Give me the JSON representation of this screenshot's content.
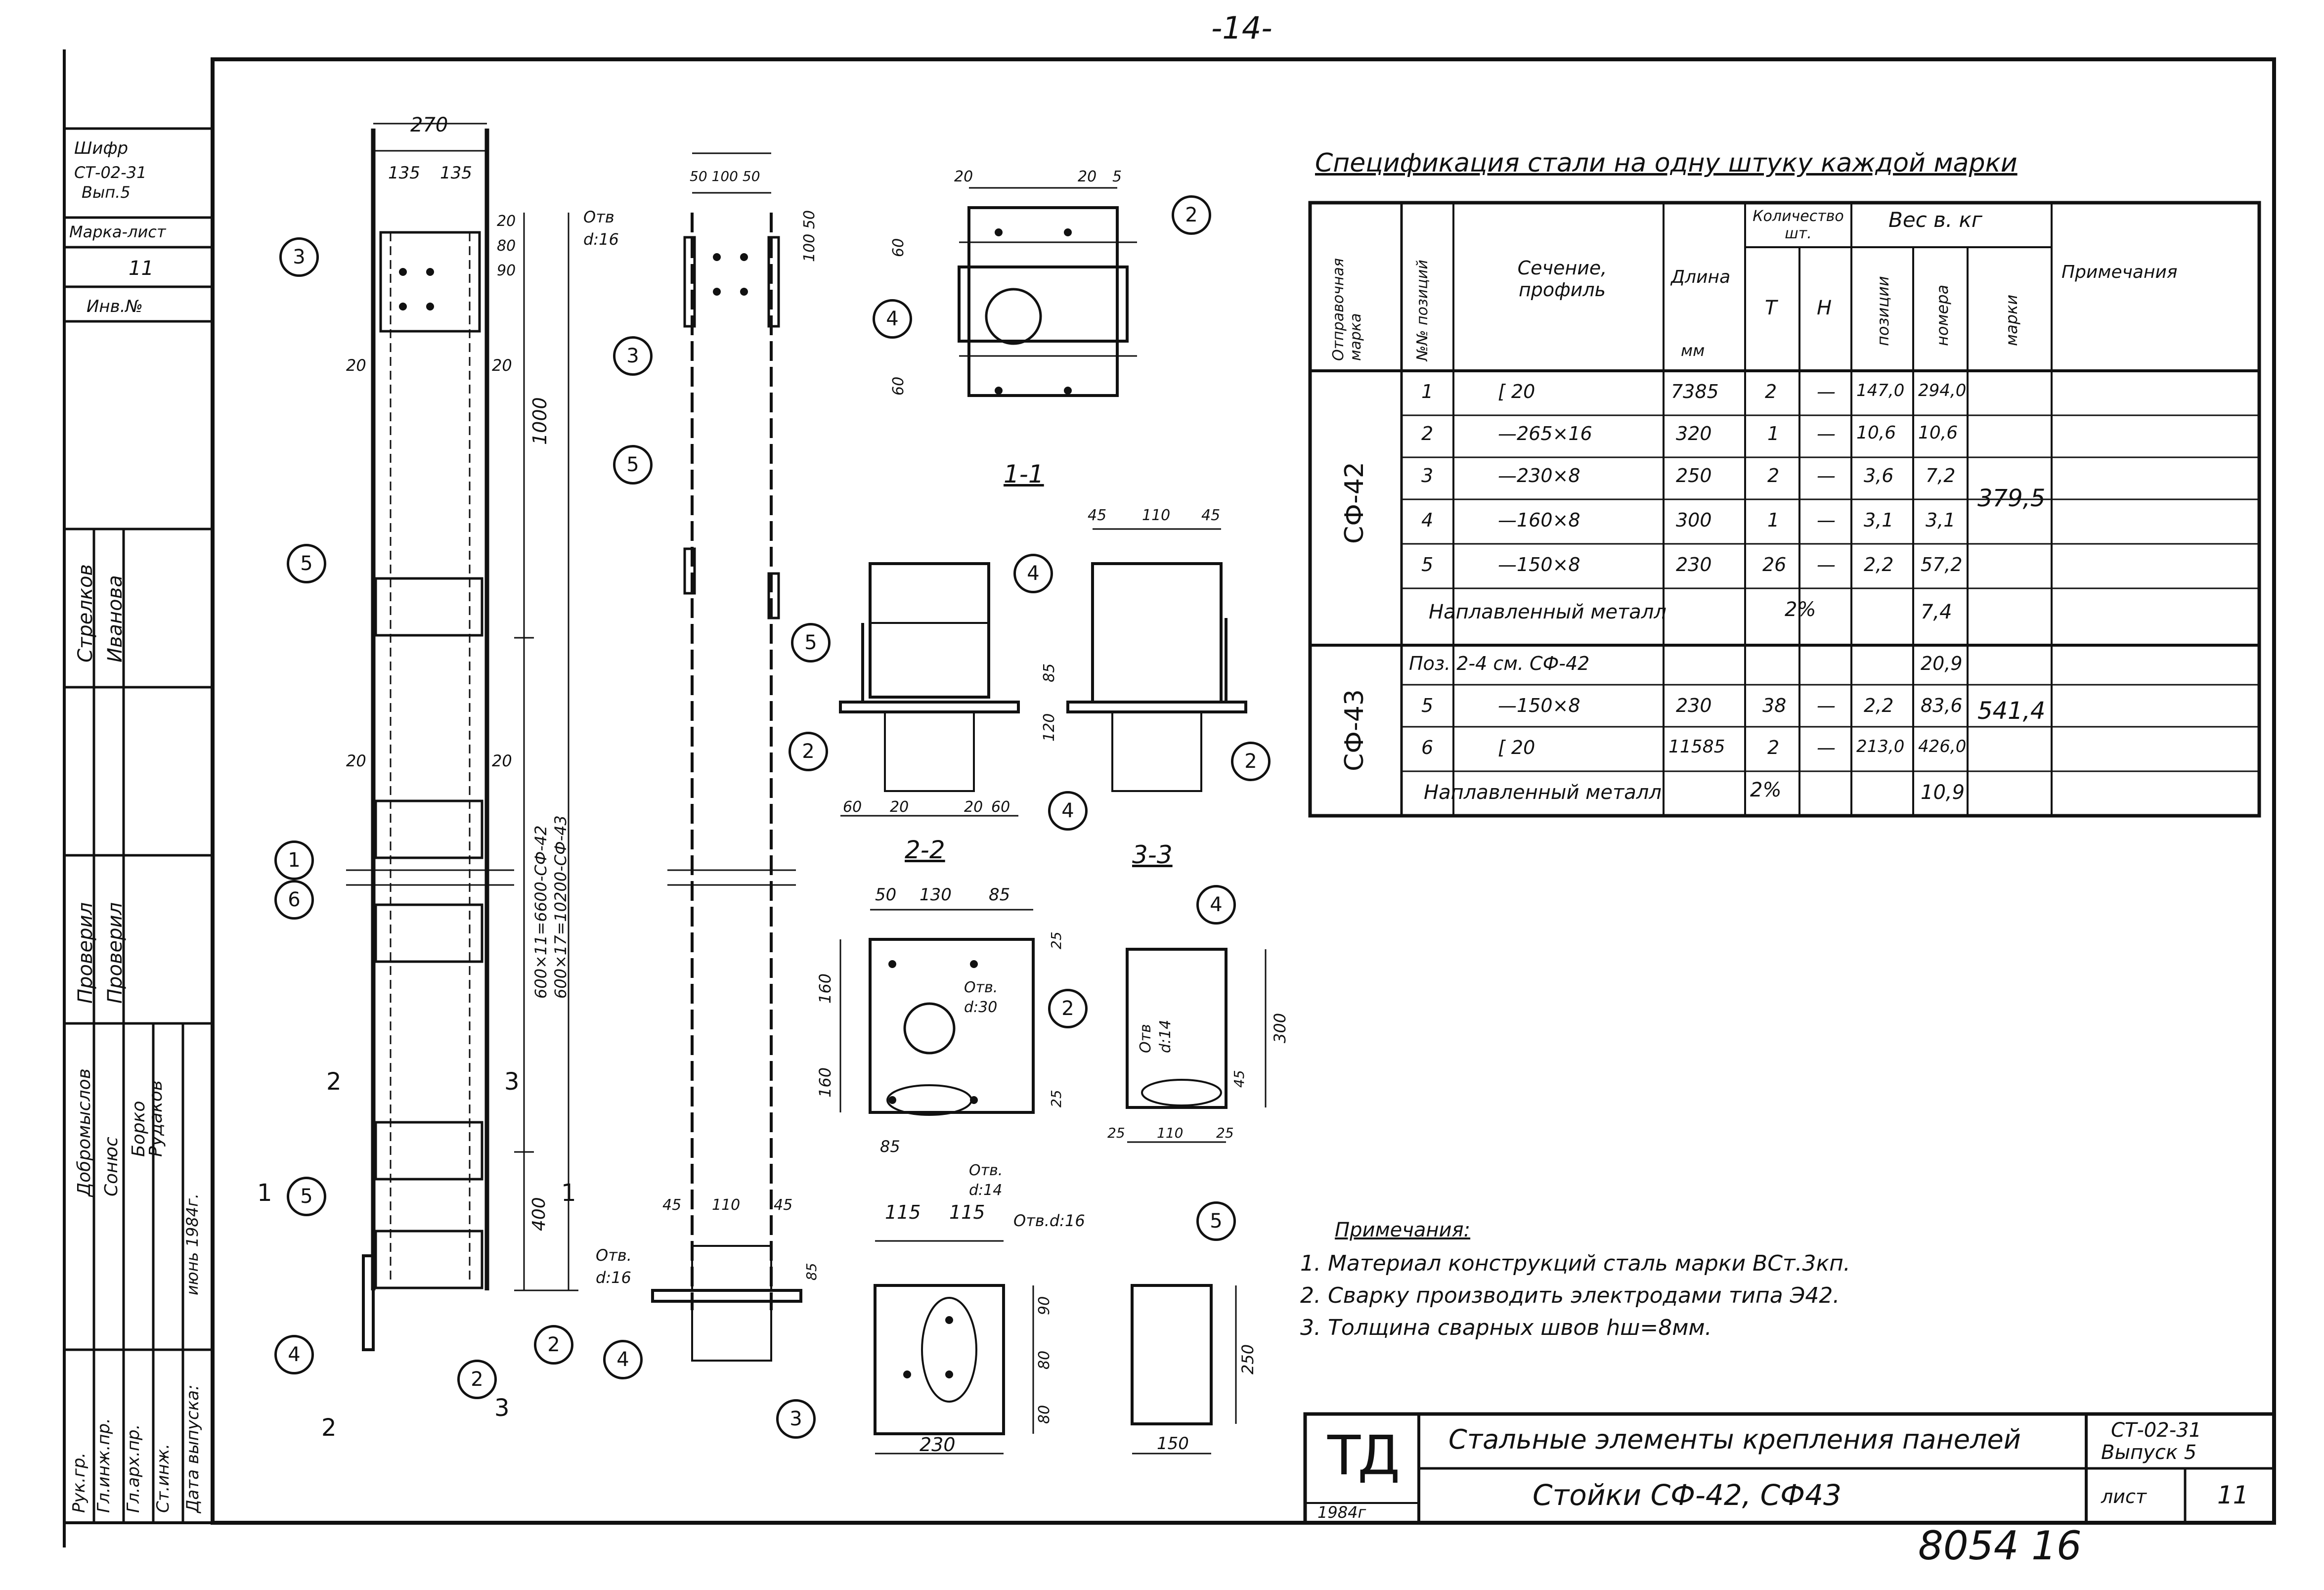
{
  "page_number": "-14-",
  "side_stamp": {
    "shifr_label": "Шифр",
    "shifr_value": "СТ-02-31",
    "vyp": "Вып.5",
    "marka_list_label": "Марка-лист",
    "marka_list_value": "11",
    "inv_label": "Инв.№"
  },
  "signatures": {
    "people": [
      "Стрелков",
      "Иванова",
      "Проверил",
      "Проверил",
      "Добромыслов",
      "Сонюс",
      "Борко",
      "Рудаков"
    ],
    "roles": [
      "Рук.гр.",
      "Гл.инж.пр.",
      "Гл.арх.пр.",
      "Ст.инж.",
      "Дата выпуска:"
    ],
    "date": "июнь 1984г."
  },
  "spec_table": {
    "title": "Спецификация стали на одну штуку каждой марки",
    "headers": {
      "marka": "Отправочная марка",
      "pos": "№№ позиций",
      "section": "Сечение, профиль",
      "length": "Длина",
      "length_unit": "мм",
      "qty": "Количество шт.",
      "qty_t": "Т",
      "qty_n": "Н",
      "weight": "Вес в. кг",
      "w_pos": "позиции",
      "w_num": "номера",
      "w_mark": "марки",
      "notes": "Примечания"
    },
    "groups": [
      {
        "marka": "СФ-42",
        "total": "379,5",
        "rows": [
          {
            "pos": "1",
            "section": "[ 20",
            "length": "7385",
            "t": "2",
            "n": "—",
            "w_pos": "147,0",
            "w_num": "294,0"
          },
          {
            "pos": "2",
            "section": "—265×16",
            "length": "320",
            "t": "1",
            "n": "—",
            "w_pos": "10,6",
            "w_num": "10,6"
          },
          {
            "pos": "3",
            "section": "—230×8",
            "length": "250",
            "t": "2",
            "n": "—",
            "w_pos": "3,6",
            "w_num": "7,2"
          },
          {
            "pos": "4",
            "section": "—160×8",
            "length": "300",
            "t": "1",
            "n": "—",
            "w_pos": "3,1",
            "w_num": "3,1"
          },
          {
            "pos": "5",
            "section": "—150×8",
            "length": "230",
            "t": "26",
            "n": "—",
            "w_pos": "2,2",
            "w_num": "57,2"
          }
        ],
        "weld": {
          "label": "Наплавленный металл",
          "pct": "2%",
          "value": "7,4"
        }
      },
      {
        "marka": "СФ-43",
        "total": "541,4",
        "pos_note": "Поз. 2-4 см. СФ-42",
        "pos_note_value": "20,9",
        "rows": [
          {
            "pos": "5",
            "section": "—150×8",
            "length": "230",
            "t": "38",
            "n": "—",
            "w_pos": "2,2",
            "w_num": "83,6"
          },
          {
            "pos": "6",
            "section": "[ 20",
            "length": "11585",
            "t": "2",
            "n": "—",
            "w_pos": "213,0",
            "w_num": "426,0"
          }
        ],
        "weld": {
          "label": "Наплавленный металл",
          "pct": "2%",
          "value": "10,9"
        }
      }
    ]
  },
  "notes": {
    "title": "Примечания:",
    "items": [
      "1. Материал конструкций сталь марки ВСт.3кп.",
      "2. Сварку производить электродами типа Э42.",
      "3. Толщина сварных швов hш=8мм."
    ]
  },
  "title_block": {
    "logo": "ТД",
    "year": "1984г",
    "line1": "Стальные элементы крепления панелей",
    "line2": "Стойки СФ-42, СФ43",
    "code": "СТ-02-31",
    "issue": "Выпуск 5",
    "sheet_label": "лист",
    "sheet_value": "11"
  },
  "drawing_number": "8054 16",
  "views": {
    "section_1": "1-1",
    "section_2": "2-2",
    "section_3": "3-3"
  },
  "dims": {
    "col_width": "270",
    "col_half_a": "135",
    "col_half_b": "135",
    "col_top_a": "20",
    "col_top_b": "80",
    "col_top_c": "90",
    "col_1000": "1000",
    "col_side_20a": "20",
    "col_side_20b": "20",
    "col_side_20c": "20",
    "col_side_20d": "20",
    "col_len": "600×11=6600-СФ-42",
    "col_len2": "600×17=10200-СФ-43",
    "col_400": "400",
    "side_top": "50 100 50",
    "side_100_50": "100 50",
    "hole_top": "Отв",
    "hole_top_d": "d:16",
    "side_bot_45a": "45",
    "side_bot_110": "110",
    "side_bot_45b": "45",
    "side_bot_85": "85",
    "hole_bot": "Отв.",
    "hole_bot_d": "d:16",
    "plan_20a": "20",
    "plan_20b": "20",
    "plan_5": "5",
    "plan_60a": "60",
    "plan_60b": "60",
    "s11_60a": "60",
    "s11_20a": "20",
    "s11_20b": "20",
    "s11_60b": "60",
    "s11b_45a": "45",
    "s11b_110": "110",
    "s11b_45b": "45",
    "s11b_85": "85",
    "s11b_120": "120",
    "s22_50": "50",
    "s22_130": "130",
    "s22_85": "85",
    "s22_25a": "25",
    "s22_25b": "25",
    "s22_160a": "160",
    "s22_160b": "160",
    "s22_85b": "85",
    "s22_hole": "Отв.",
    "s22_hole_d": "d:30",
    "s22_slot": "Отв.",
    "s22_slot_d": "d:14",
    "s33_hole": "Отв",
    "s33_hole_d": "d:14",
    "s33_300": "300",
    "s33_45": "45",
    "s33_25a": "25",
    "s33_110": "110",
    "s33_25b": "25",
    "p3_115a": "115",
    "p3_115b": "115",
    "p3_hole": "Отв.d:16",
    "p3_90": "90",
    "p3_80a": "80",
    "p3_80b": "80",
    "p3_230": "230",
    "p5_250": "250",
    "p5_150": "150"
  },
  "markers": [
    "1",
    "2",
    "3",
    "4",
    "5",
    "6"
  ],
  "cut_labels": {
    "c1": "1",
    "c2": "2",
    "c3": "3"
  }
}
